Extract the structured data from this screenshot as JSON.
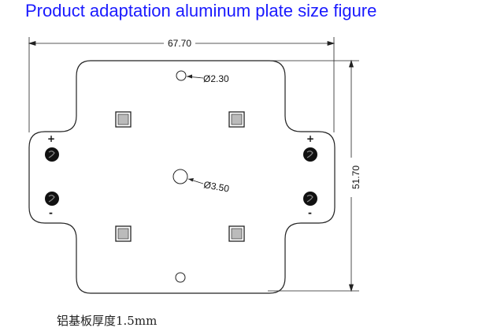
{
  "title": "Product adaptation aluminum plate size figure",
  "dimensions": {
    "width": "67.70",
    "height": "51.70",
    "small_hole": "Ø2.30",
    "center_hole": "Ø3.50"
  },
  "terminals": {
    "plus": "+",
    "minus": "-"
  },
  "note": "铝基板厚度1.5mm"
}
